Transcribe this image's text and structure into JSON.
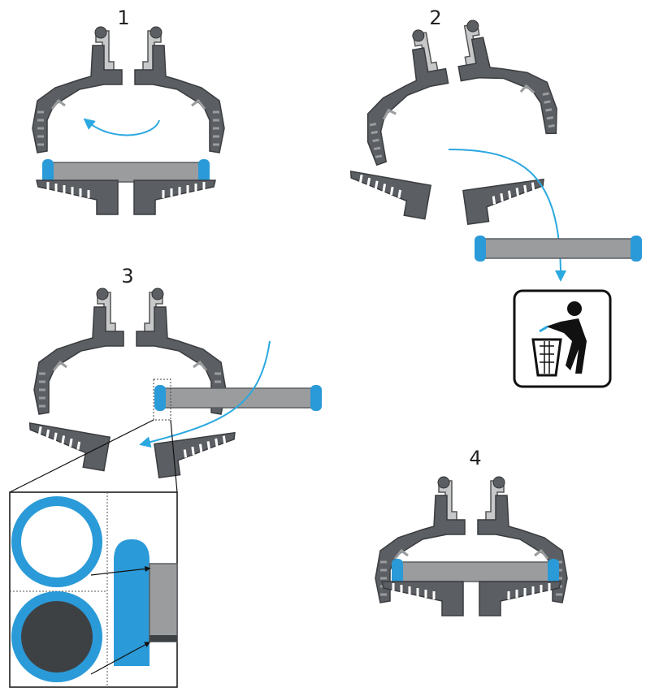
{
  "steps": [
    {
      "number": "1"
    },
    {
      "number": "2"
    },
    {
      "number": "3"
    },
    {
      "number": "4"
    }
  ],
  "colors": {
    "housing": "#5b5e62",
    "housing_dark": "#45484b",
    "clip": "#c6c8ca",
    "tube": "#9a9c9e",
    "tube_cap": "#2a9ad8",
    "arrow": "#2aa8e0",
    "bin_box": "#111111",
    "cap_dark": "#3e4144"
  },
  "icons": {
    "disposal": "trash-disposal-icon",
    "rotate": "rotate-arrow-icon"
  }
}
